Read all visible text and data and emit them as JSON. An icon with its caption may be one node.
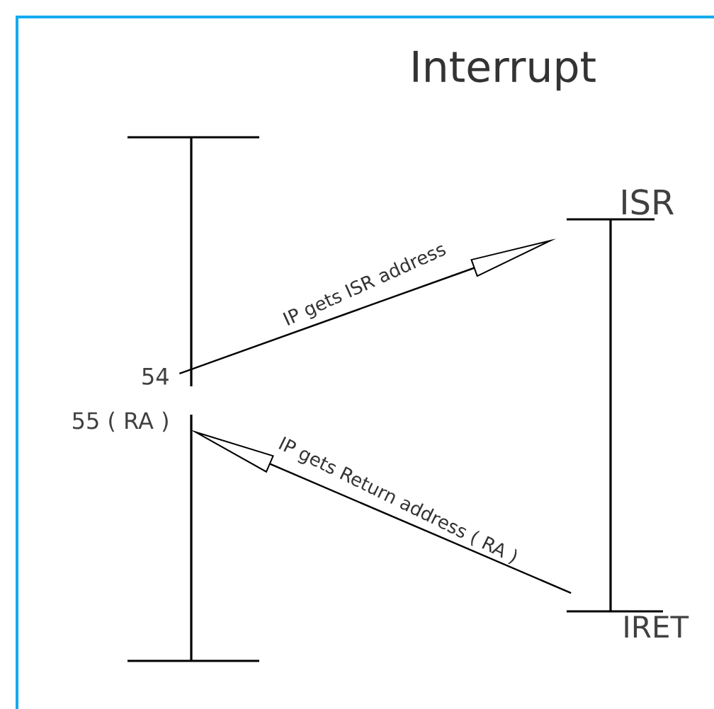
{
  "diagram": {
    "title": "Interrupt",
    "nodes": [
      {
        "text": [
          "54"
        ]
      },
      {
        "text": [
          "ISR"
        ]
      },
      {
        "text": [
          "55 ( RA )"
        ]
      },
      {
        "text": [
          "IRET"
        ]
      }
    ],
    "edges": [
      {
        "from": 0,
        "to": 1,
        "arrow": "to",
        "label": "IP gets ISR address"
      },
      {
        "from": 3,
        "to": 2,
        "arrow": "to",
        "label": "IP gets Return address ( RA )"
      }
    ]
  }
}
